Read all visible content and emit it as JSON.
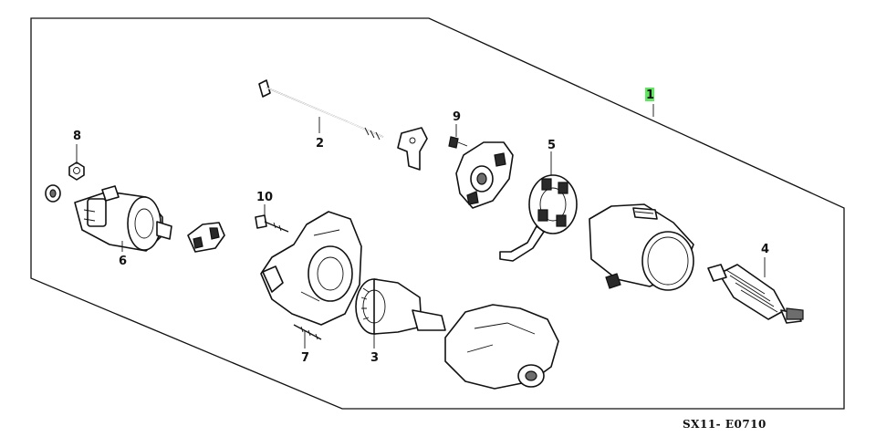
{
  "diagram": {
    "callouts": [
      {
        "id": "1",
        "label": "1",
        "highlight": true
      },
      {
        "id": "2",
        "label": "2"
      },
      {
        "id": "3",
        "label": "3"
      },
      {
        "id": "4",
        "label": "4"
      },
      {
        "id": "5",
        "label": "5"
      },
      {
        "id": "6",
        "label": "6"
      },
      {
        "id": "7",
        "label": "7"
      },
      {
        "id": "8",
        "label": "8"
      },
      {
        "id": "9",
        "label": "9"
      },
      {
        "id": "10",
        "label": "10"
      }
    ],
    "diagram_code": "SX11- E0710",
    "colors": {
      "ink": "#111111",
      "highlight": "#5fe85f",
      "background": "#ffffff"
    }
  }
}
